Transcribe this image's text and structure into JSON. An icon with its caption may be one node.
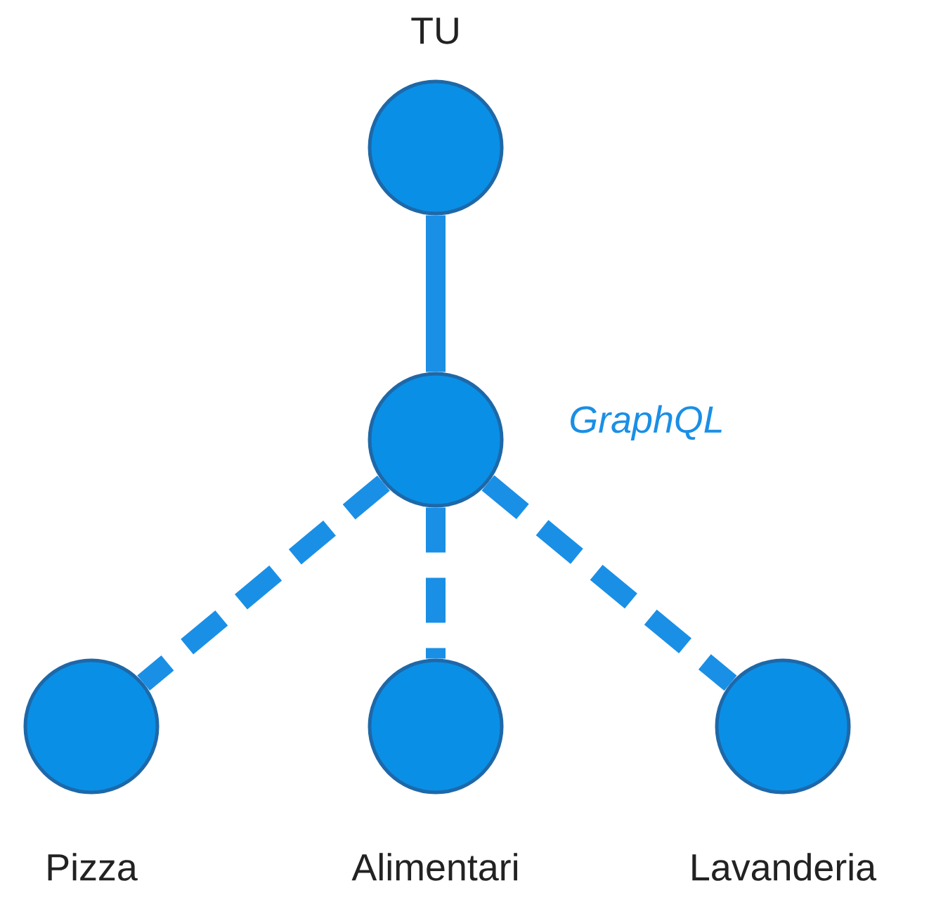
{
  "diagram": {
    "nodes": [
      {
        "text": [
          "TU"
        ]
      },
      {
        "text": [],
        "shape": "circle",
        "beside": [
          "GraphQL"
        ]
      },
      {
        "text": [
          "Pizza"
        ]
      },
      {
        "text": [
          "Alimentari"
        ]
      },
      {
        "text": [
          "Lavanderia"
        ]
      }
    ],
    "edges": [
      {
        "from": 0,
        "to": 1,
        "arrow": "none"
      },
      {
        "from": 1,
        "to": 2,
        "arrow": "none",
        "style": "dashed"
      },
      {
        "from": 1,
        "to": 3,
        "arrow": "none",
        "style": "dashed"
      },
      {
        "from": 1,
        "to": 4,
        "arrow": "none",
        "style": "dashed"
      }
    ]
  }
}
